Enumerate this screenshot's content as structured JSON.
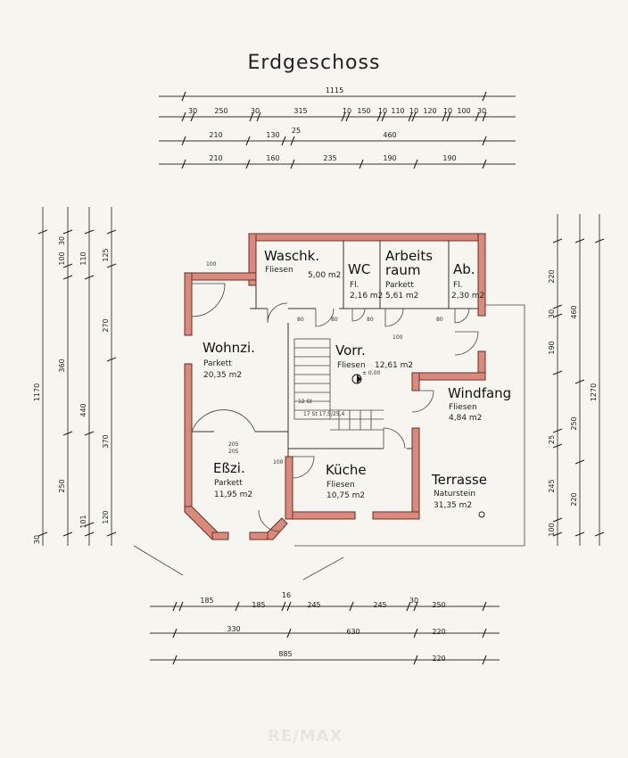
{
  "title": "Erdgeschoss",
  "watermark": "RE/MAX",
  "rooms": {
    "waschk": {
      "name": "Waschk.",
      "floor": "Fliesen",
      "area": "5,00 m2"
    },
    "wc": {
      "name": "WC",
      "floor": "Fl.",
      "area": "2,16 m2"
    },
    "arbeitsraum": {
      "name1": "Arbeits",
      "name2": "raum",
      "floor": "Parkett",
      "area": "5,61 m2"
    },
    "ab": {
      "name": "Ab.",
      "floor": "Fl.",
      "area": "2,30 m2"
    },
    "wohnzi": {
      "name": "Wohnzi.",
      "floor": "Parkett",
      "area": "20,35 m2"
    },
    "vorr": {
      "name": "Vorr.",
      "floor": "Fliesen",
      "area": "12,61 m2"
    },
    "windfang": {
      "name": "Windfang",
      "floor": "Fliesen",
      "area": "4,84 m2"
    },
    "esszi": {
      "name": "Eßzi.",
      "floor": "Parkett",
      "area": "11,95 m2"
    },
    "kueche": {
      "name": "Küche",
      "floor": "Fliesen",
      "area": "10,75 m2"
    },
    "terrasse": {
      "name": "Terrasse",
      "floor": "Naturstein",
      "area": "31,35 m2"
    }
  },
  "dims_top": {
    "total": "1115",
    "row1": [
      "30",
      "250",
      "30",
      "315",
      "10",
      "150",
      "10",
      "110",
      "10",
      "120",
      "10",
      "100",
      "30"
    ],
    "row2": [
      "210",
      "130",
      "25",
      "460"
    ],
    "row3": [
      "210",
      "160",
      "235",
      "190",
      "190"
    ]
  },
  "dims_bottom": {
    "row1": [
      "185",
      "185",
      "16",
      "245",
      "245",
      "30",
      "250"
    ],
    "row2": [
      "330",
      "630",
      "220"
    ],
    "total": "885",
    "row3": "220"
  },
  "dims_left": {
    "total": "1170",
    "row1": [
      "30",
      "100",
      "110",
      "125"
    ],
    "row2": [
      "270",
      "440",
      "250",
      "120"
    ],
    "row3": [
      "360",
      "370",
      "101",
      "30"
    ]
  },
  "dims_right": {
    "total": "1270",
    "row1": [
      "220",
      "30",
      "190",
      "25",
      "245",
      "100"
    ],
    "row2": [
      "460",
      "250",
      "220"
    ]
  },
  "annotations": {
    "wall_openings": [
      "100",
      "205",
      "205",
      "80",
      "80",
      "80",
      "80",
      "100",
      "100"
    ],
    "stair": "17 St 17,5/25,4",
    "stair2": "12 St",
    "level": "± 0,00"
  }
}
